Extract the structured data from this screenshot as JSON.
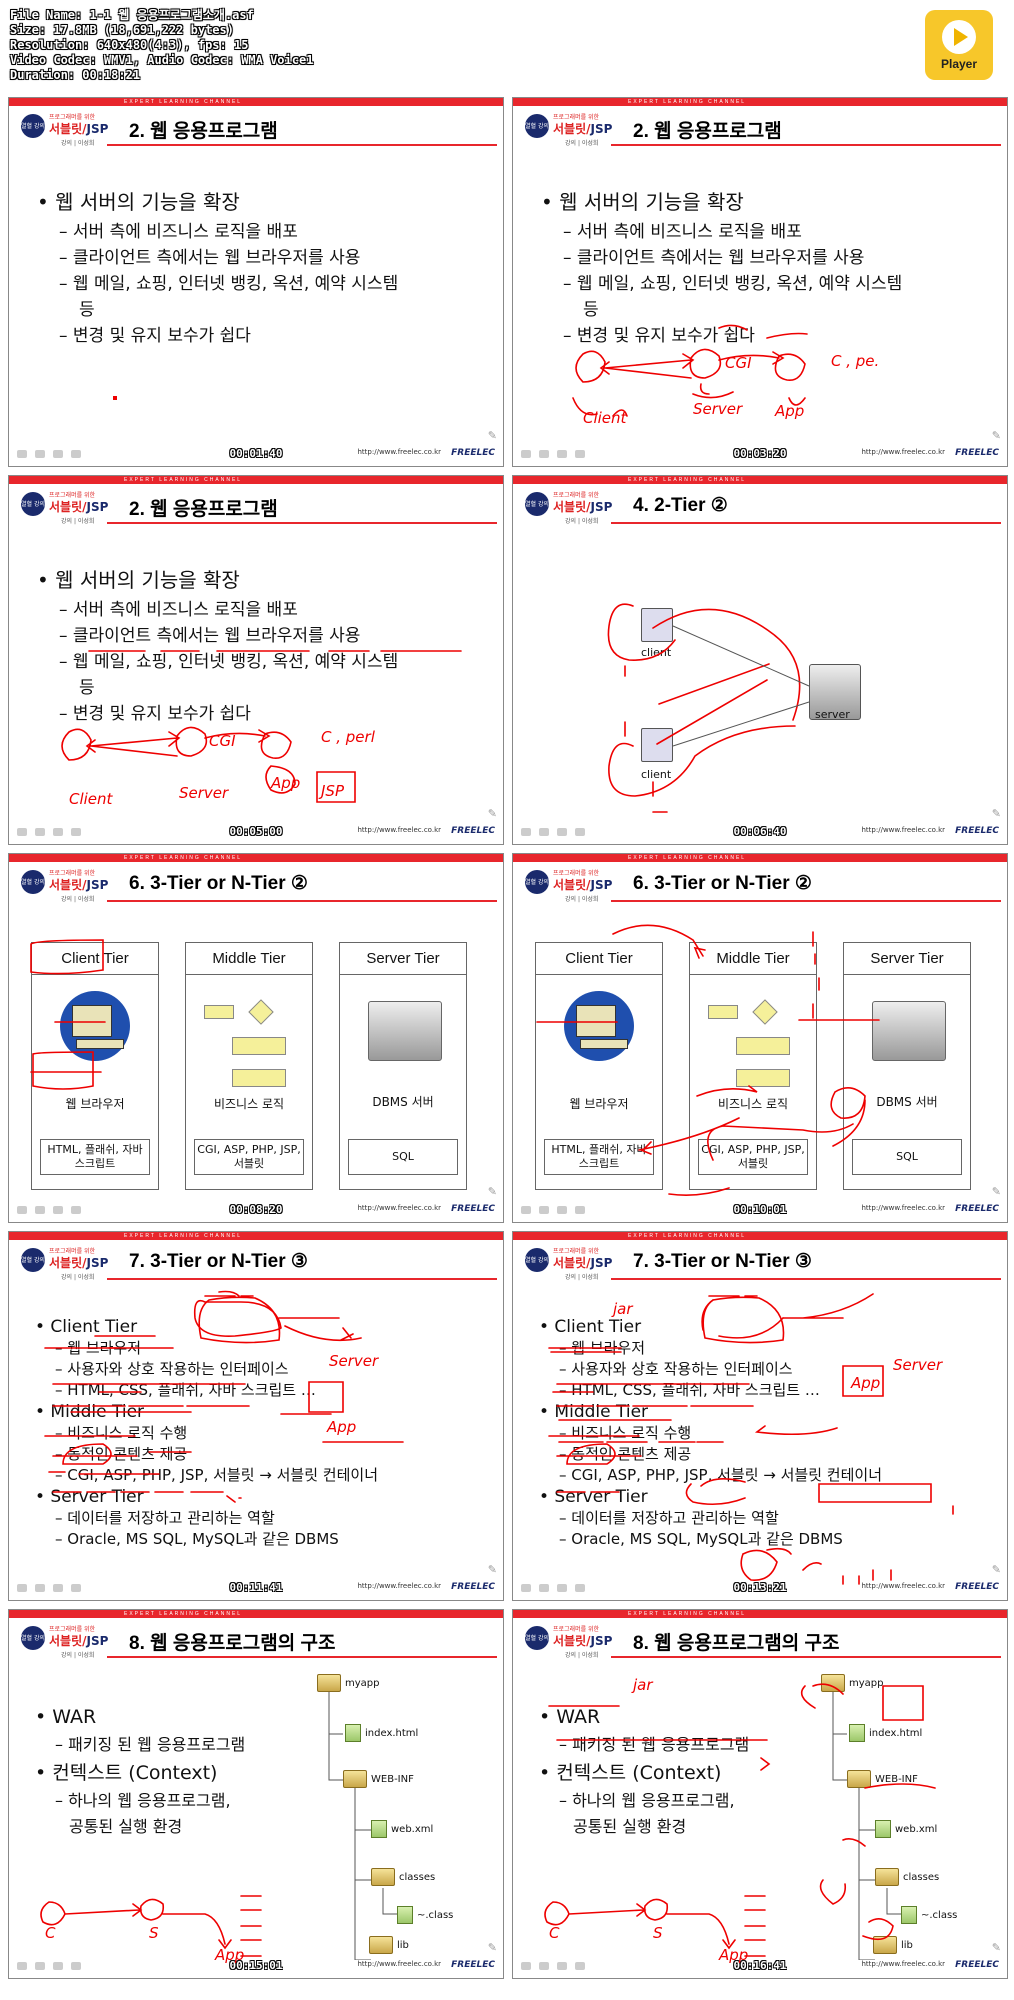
{
  "info": {
    "file_name": "File Name: 1-1 웹 응용프로그램소개.asf",
    "size": "Size: 17.8MB (18,691,222 bytes)",
    "resolution": "Resolution: 640x480(4:3), fps: 15",
    "codec": "Video Codec: WMV1, Audio Codec: WMA Voice1",
    "duration": "Duration: 00:18:21"
  },
  "player": {
    "label": "Player"
  },
  "common": {
    "topbar": "EXPERT LEARNING CHANNEL",
    "logo_badge": "열혈 강의",
    "logo_tag": "프로그래머를 위한",
    "logo_brand": "서블릿/",
    "logo_jsp": "JSP",
    "logo_author": "강의 | 이성희",
    "footer_url": "http://www.freelec.co.kr",
    "footer_brand": "FREELEC"
  },
  "slides": [
    {
      "time": "00:01:40",
      "title": "2. 웹 응용프로그램",
      "b1": "• 웹 서버의 기능을 확장",
      "b2": [
        "– 서버 측에 비즈니스 로직을 배포",
        "– 클라이언트 측에서는 웹 브라우저를 사용",
        "– 웹 메일, 쇼핑, 인터넷 뱅킹, 옥션, 예약 시스템",
        "등",
        "– 변경 및 유지 보수가 쉽다"
      ]
    },
    {
      "time": "00:03:20",
      "title": "2. 웹 응용프로그램",
      "b1": "• 웹 서버의 기능을 확장",
      "b2": [
        "– 서버 측에 비즈니스 로직을 배포",
        "– 클라이언트 측에서는 웹 브라우저를 사용",
        "– 웹 메일, 쇼핑, 인터넷 뱅킹, 옥션, 예약 시스템",
        "등",
        "– 변경 및 유지 보수가 쉽다"
      ]
    },
    {
      "time": "00:05:00",
      "title": "2. 웹 응용프로그램",
      "b1": "• 웹 서버의 기능을 확장",
      "b2": [
        "– 서버 측에 비즈니스 로직을 배포",
        "– 클라이언트 측에서는 웹 브라우저를 사용",
        "– 웹 메일, 쇼핑, 인터넷 뱅킹, 옥션, 예약 시스템",
        "등",
        "– 변경 및 유지 보수가 쉽다"
      ]
    },
    {
      "time": "00:06:40",
      "title": "4. 2-Tier ②",
      "client1": "client",
      "client2": "client",
      "server": "server"
    },
    {
      "time": "00:08:20",
      "title": "6. 3-Tier or N-Tier ②",
      "tiers": [
        {
          "name": "Client Tier",
          "label": "웹 브라우저",
          "box": "HTML, 플래쉬, 자바 스크립트"
        },
        {
          "name": "Middle Tier",
          "label": "비즈니스 로직",
          "box": "CGI, ASP, PHP, JSP, 서블릿"
        },
        {
          "name": "Server Tier",
          "label": "DBMS 서버",
          "box": "SQL"
        }
      ]
    },
    {
      "time": "00:10:01",
      "title": "6. 3-Tier or N-Tier ②",
      "tiers": [
        {
          "name": "Client Tier",
          "label": "웹 브라우저",
          "box": "HTML, 플래쉬, 자바 스크립트"
        },
        {
          "name": "Middle Tier",
          "label": "비즈니스 로직",
          "box": "CGI, ASP, PHP, JSP, 서블릿"
        },
        {
          "name": "Server Tier",
          "label": "DBMS 서버",
          "box": "SQL"
        }
      ]
    },
    {
      "time": "00:11:41",
      "title": "7. 3-Tier or N-Tier ③",
      "lines": [
        {
          "lvl": 1,
          "t": "• Client Tier"
        },
        {
          "lvl": 2,
          "t": "– 웹 브라우저"
        },
        {
          "lvl": 2,
          "t": "– 사용자와 상호 작용하는 인터페이스"
        },
        {
          "lvl": 2,
          "t": "– HTML, CSS, 플래쉬, 자바 스크립트 …"
        },
        {
          "lvl": 1,
          "t": "• Middle Tier"
        },
        {
          "lvl": 2,
          "t": "– 비즈니스 로직 수행"
        },
        {
          "lvl": 2,
          "t": "– 동적인 콘텐츠 제공"
        },
        {
          "lvl": 2,
          "t": "– CGI, ASP, PHP, JSP, 서블릿 → 서블릿 컨테이너"
        },
        {
          "lvl": 1,
          "t": "• Server Tier"
        },
        {
          "lvl": 2,
          "t": "– 데이터를 저장하고 관리하는 역할"
        },
        {
          "lvl": 2,
          "t": "– Oracle, MS SQL, MySQL과 같은 DBMS"
        }
      ]
    },
    {
      "time": "00:13:21",
      "title": "7. 3-Tier or N-Tier ③",
      "lines": [
        {
          "lvl": 1,
          "t": "• Client Tier"
        },
        {
          "lvl": 2,
          "t": "– 웹 브라우저"
        },
        {
          "lvl": 2,
          "t": "– 사용자와 상호 작용하는 인터페이스"
        },
        {
          "lvl": 2,
          "t": "– HTML, CSS, 플래쉬, 자바 스크립트 …"
        },
        {
          "lvl": 1,
          "t": "• Middle Tier"
        },
        {
          "lvl": 2,
          "t": "– 비즈니스 로직 수행"
        },
        {
          "lvl": 2,
          "t": "– 동적인 콘텐츠 제공"
        },
        {
          "lvl": 2,
          "t": "– CGI, ASP, PHP, JSP, 서블릿 → 서블릿 컨테이너"
        },
        {
          "lvl": 1,
          "t": "• Server Tier"
        },
        {
          "lvl": 2,
          "t": "– 데이터를 저장하고 관리하는 역할"
        },
        {
          "lvl": 2,
          "t": "– Oracle, MS SQL, MySQL과 같은 DBMS"
        }
      ]
    },
    {
      "time": "00:15:01",
      "title": "8. 웹 응용프로그램의 구조",
      "lines": [
        {
          "lvl": 1,
          "t": "• WAR"
        },
        {
          "lvl": 2,
          "t": "– 패키징 된 웹 응용프로그램"
        },
        {
          "lvl": 1,
          "t": "• 컨텍스트 (Context)"
        },
        {
          "lvl": 2,
          "t": "– 하나의 웹 응용프로그램,"
        },
        {
          "lvl": 3,
          "t": "공통된 실행 환경"
        }
      ],
      "tree": [
        "myapp",
        "index.html",
        "WEB-INF",
        "web.xml",
        "classes",
        "~.class",
        "lib"
      ]
    },
    {
      "time": "00:16:41",
      "title": "8. 웹 응용프로그램의 구조",
      "lines": [
        {
          "lvl": 1,
          "t": "• WAR"
        },
        {
          "lvl": 2,
          "t": "– 패키징 된 웹 응용프로그램"
        },
        {
          "lvl": 1,
          "t": "• 컨텍스트 (Context)"
        },
        {
          "lvl": 2,
          "t": "– 하나의 웹 응용프로그램,"
        },
        {
          "lvl": 3,
          "t": "공통된 실행 환경"
        }
      ],
      "tree": [
        "myapp",
        "index.html",
        "WEB-INF",
        "web.xml",
        "classes",
        "~.class",
        "lib"
      ]
    }
  ]
}
